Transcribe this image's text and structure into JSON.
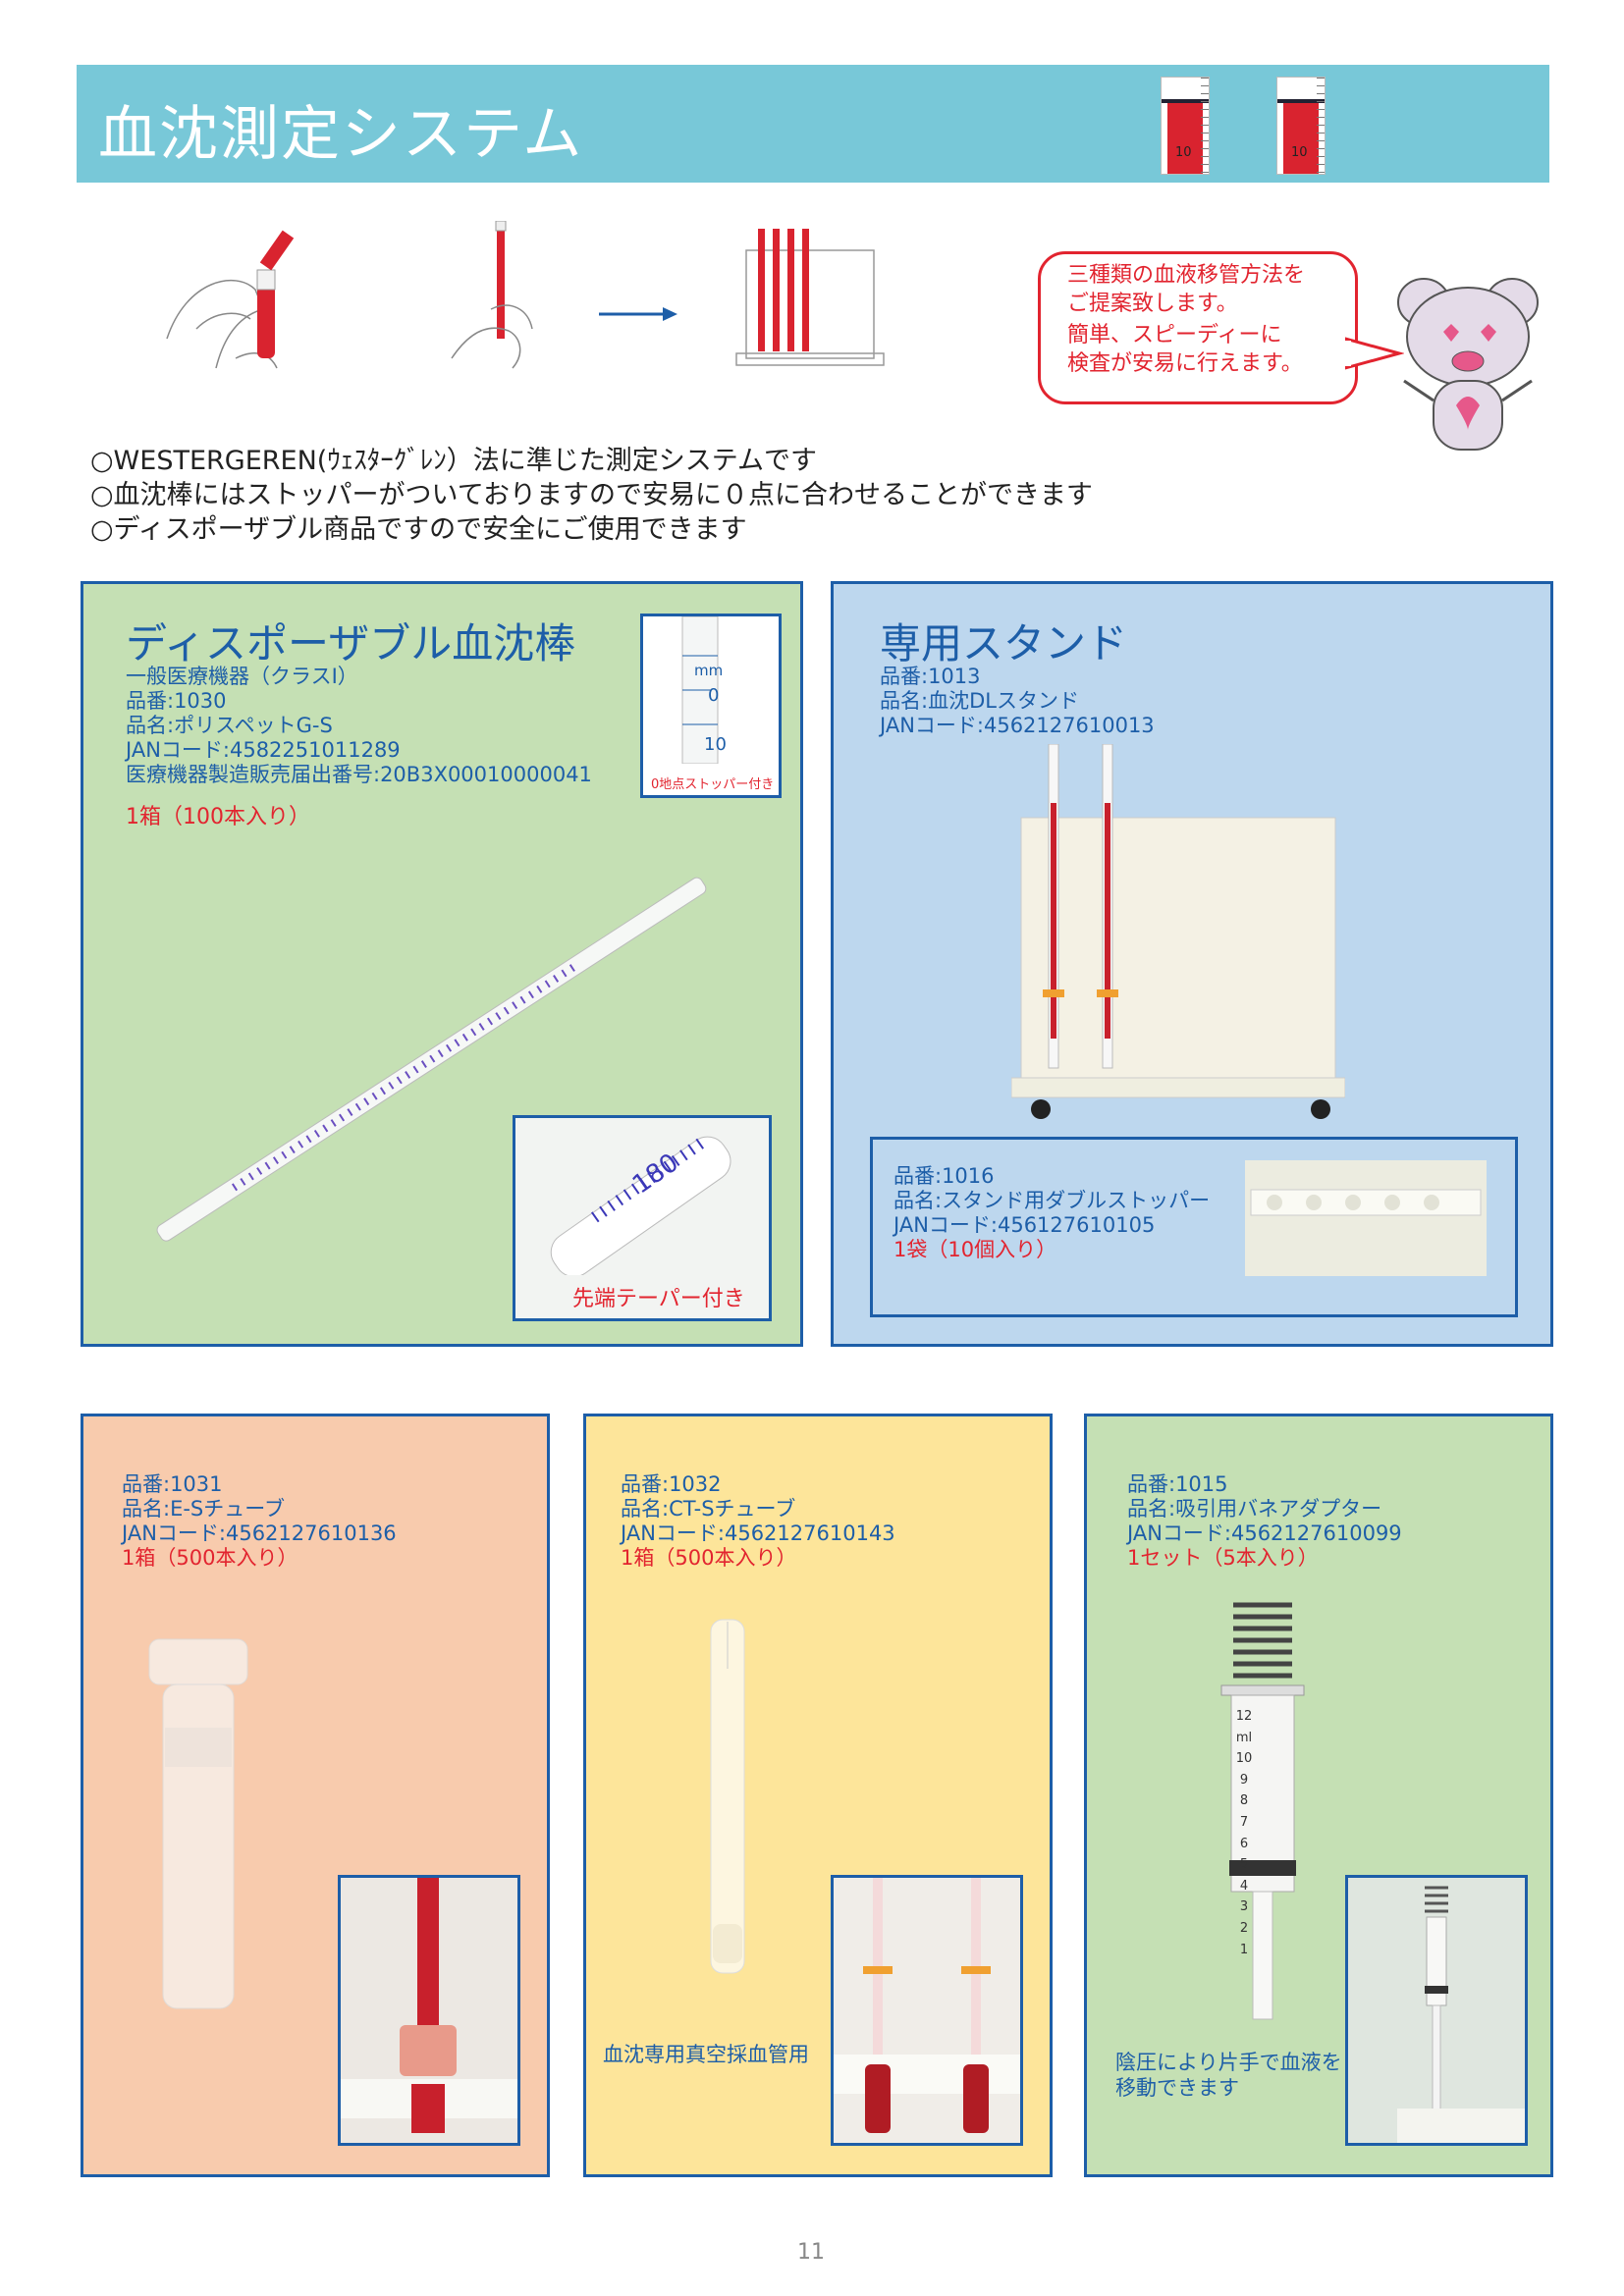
{
  "header": {
    "title": "血沈測定システム",
    "gauge_label": "10",
    "bar_color": "#78c8d8"
  },
  "bubble": {
    "lines": [
      "三種類の血液移管方法を",
      "ご提案致します。",
      "簡単、スピーディーに",
      "検査が安易に行えます。"
    ]
  },
  "intro": {
    "lines": [
      "○WESTERGEREN(ｳｪｽﾀｰｸﾞﾚﾝ）法に準じた測定システムです",
      "○血沈棒にはストッパーがついておりますので安易に０点に合わせることができます",
      "○ディスポーザブル商品ですので安全にご使用できます"
    ]
  },
  "rod": {
    "title": "ディスポーザブル血沈棒",
    "lines": [
      "一般医療機器（クラスⅠ）",
      "品番:1030",
      "品名:ポリスペットG-S",
      "JANコード:4582251011289",
      "医療機器製造販売届出番号:20B3X00010000041"
    ],
    "package": "1箱（100本入り）",
    "inset_caption": "0地点ストッパー付き",
    "tip_caption": "先端テーパー付き",
    "scale_labels": [
      "mm",
      "0",
      "10"
    ],
    "tip_label": "180"
  },
  "stand": {
    "title": "専用スタンド",
    "lines": [
      "品番:1013",
      "品名:血沈DLスタンド",
      "JANコード:4562127610013"
    ],
    "stopper": {
      "lines": [
        "品番:1016",
        "品名:スタンド用ダブルストッパー",
        "JANコード:456127610105"
      ],
      "package": "1袋（10個入り）"
    }
  },
  "es_tube": {
    "lines": [
      "品番:1031",
      "品名:E-Sチューブ",
      "JANコード:4562127610136"
    ],
    "package": "1箱（500本入り）"
  },
  "cts_tube": {
    "lines": [
      "品番:1032",
      "品名:CT-Sチューブ",
      "JANコード:4562127610143"
    ],
    "package": "1箱（500本入り）",
    "caption": "血沈専用真空採血管用"
  },
  "adapter": {
    "lines": [
      "品番:1015",
      "品名:吸引用バネアダプター",
      "JANコード:4562127610099"
    ],
    "package": "1セット（5本入り）",
    "caption_lines": [
      "陰圧により片手で血液を",
      "移動できます"
    ],
    "syringe_scale": [
      "12",
      "ml",
      "10",
      "9",
      "8",
      "7",
      "6",
      "5",
      "4",
      "3",
      "2",
      "1"
    ]
  },
  "page_number": "11",
  "colors": {
    "green_panel": "#c5e0b4",
    "blue_panel": "#bdd7ee",
    "orange_panel": "#f8cbad",
    "yellow_panel": "#fde59a",
    "border_green": "#39a845",
    "border_blue": "#1d5ea8",
    "accent_red": "#e2242f"
  }
}
